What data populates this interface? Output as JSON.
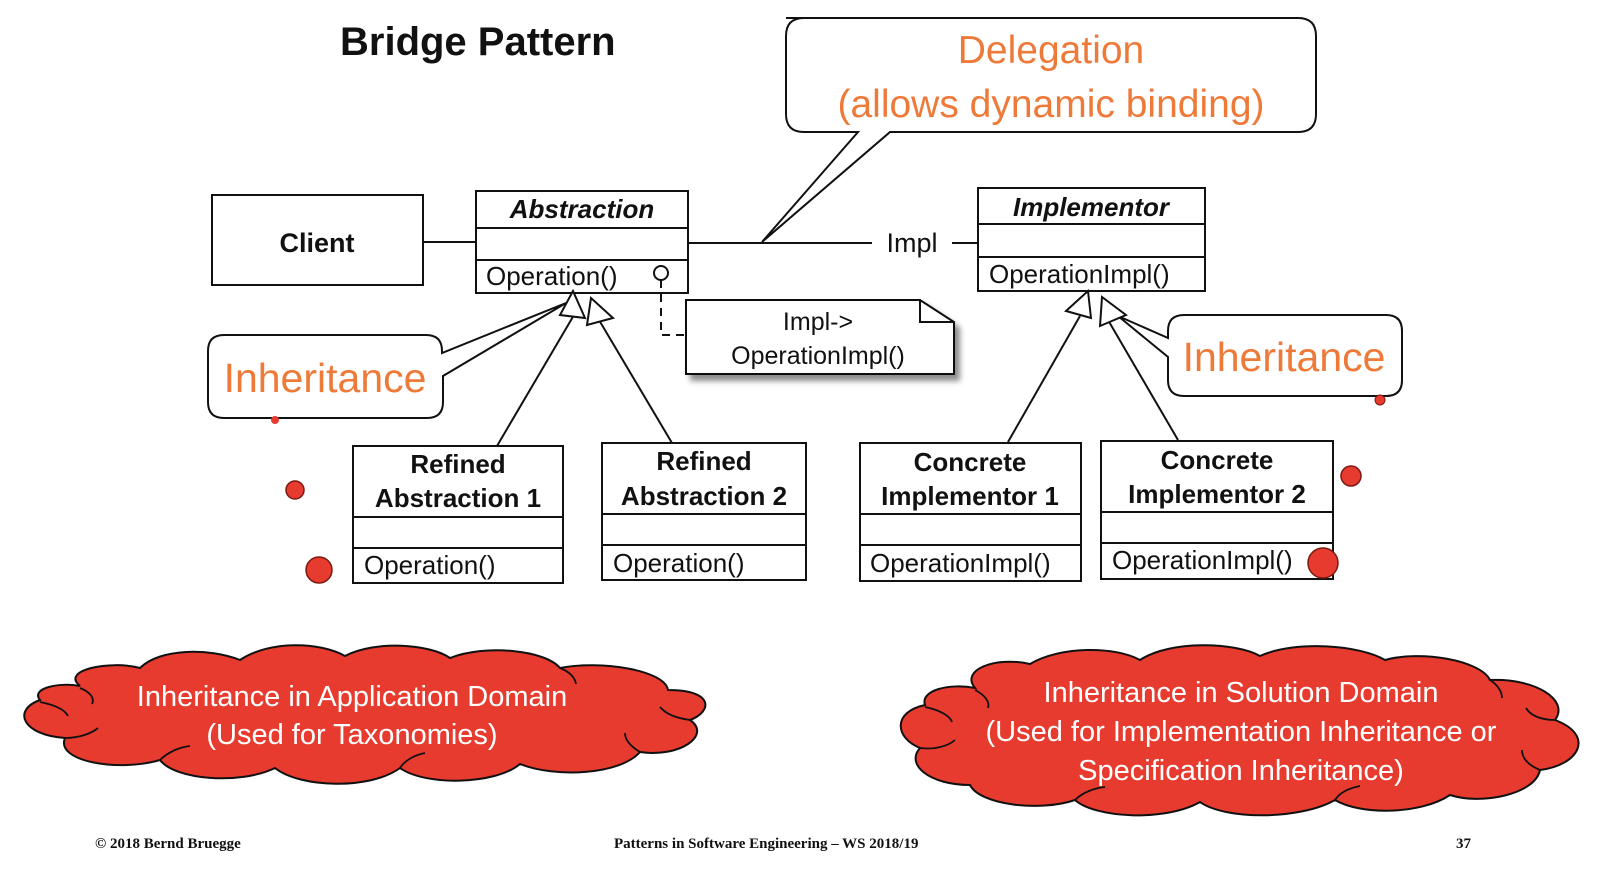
{
  "slide": {
    "title": "Bridge Pattern"
  },
  "classes": {
    "client": {
      "name": "Client"
    },
    "abstraction": {
      "name": "Abstraction",
      "operation": "Operation()"
    },
    "implementor": {
      "name": "Implementor",
      "operation": "OperationImpl()"
    },
    "refined1": {
      "name_line1": "Refined",
      "name_line2": "Abstraction 1",
      "operation": "Operation()"
    },
    "refined2": {
      "name_line1": "Refined",
      "name_line2": "Abstraction 2",
      "operation": "Operation()"
    },
    "concrete1": {
      "name_line1": "Concrete",
      "name_line2": "Implementor 1",
      "operation": "OperationImpl()"
    },
    "concrete2": {
      "name_line1": "Concrete",
      "name_line2": "Implementor 2",
      "operation": "OperationImpl()"
    }
  },
  "association": {
    "label": "Impl"
  },
  "note": {
    "line1": "Impl->",
    "line2": "OperationImpl()"
  },
  "callouts": {
    "delegation": {
      "line1": "Delegation",
      "line2": "(allows dynamic binding)"
    },
    "inheritance_left": {
      "text": "Inheritance"
    },
    "inheritance_right": {
      "text": "Inheritance"
    }
  },
  "clouds": {
    "application": {
      "line1": "Inheritance in Application  Domain",
      "line2": "(Used for Taxonomies)"
    },
    "solution": {
      "line1": "Inheritance in Solution Domain",
      "line2": "(Used for Implementation Inheritance or",
      "line3": "Specification Inheritance)"
    }
  },
  "footer": {
    "copyright": "© 2018 Bernd Bruegge",
    "course": "Patterns in Software Engineering – WS 2018/19",
    "page": "37"
  },
  "colors": {
    "accent_orange": "#EE7A3A",
    "cloud_red": "#E63B2E",
    "line": "#111111"
  }
}
